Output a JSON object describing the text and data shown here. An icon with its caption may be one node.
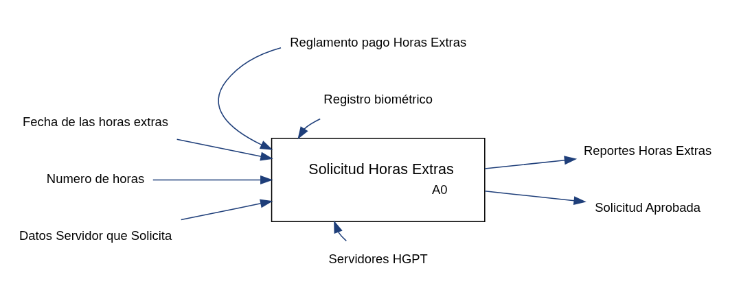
{
  "diagram": {
    "nodes": [
      {
        "text": [
          "Solicitud Horas Extras",
          "A0"
        ]
      },
      {
        "text": [
          "Reglamento pago Horas Extras"
        ]
      },
      {
        "text": [
          "Registro biométrico"
        ]
      },
      {
        "text": [
          "Fecha de las horas extras"
        ]
      },
      {
        "text": [
          "Numero de horas"
        ]
      },
      {
        "text": [
          "Datos Servidor que Solicita"
        ]
      },
      {
        "text": [
          "Reportes Horas Extras"
        ]
      },
      {
        "text": [
          "Solicitud Aprobada"
        ]
      },
      {
        "text": [
          "Servidores HGPT"
        ]
      }
    ],
    "edges": [
      {
        "from": 1,
        "to": 0,
        "arrow": "to"
      },
      {
        "from": 2,
        "to": 0,
        "arrow": "to"
      },
      {
        "from": 3,
        "to": 0,
        "arrow": "to"
      },
      {
        "from": 4,
        "to": 0,
        "arrow": "to"
      },
      {
        "from": 5,
        "to": 0,
        "arrow": "to"
      },
      {
        "from": 0,
        "to": 6,
        "arrow": "to"
      },
      {
        "from": 0,
        "to": 7,
        "arrow": "to"
      },
      {
        "from": 8,
        "to": 0,
        "arrow": "to"
      }
    ]
  }
}
